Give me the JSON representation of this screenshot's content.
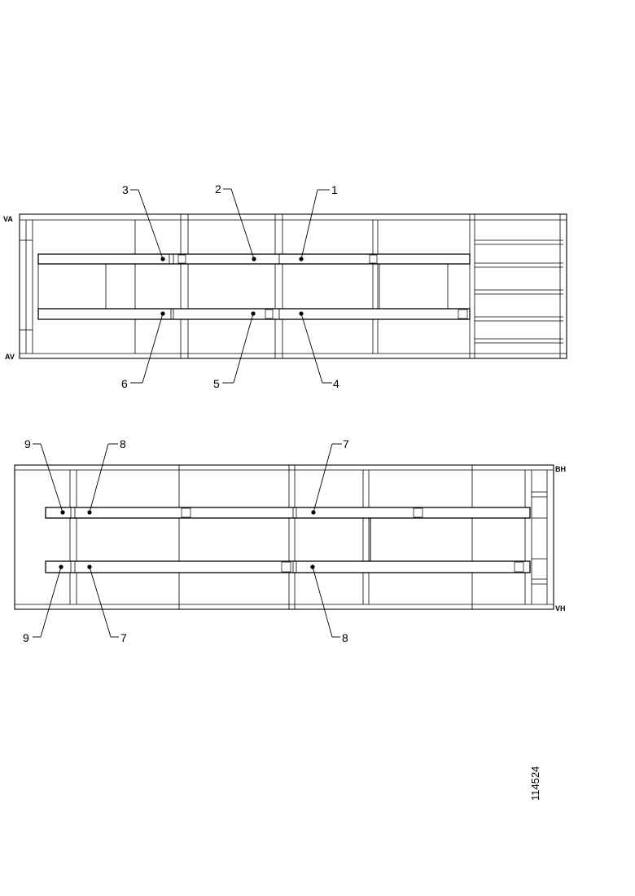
{
  "top_view": {
    "side_tags": {
      "upper": "VA",
      "lower": "AV"
    },
    "callouts": {
      "c1": "1",
      "c2": "2",
      "c3": "3",
      "c4": "4",
      "c5": "5",
      "c6": "6"
    }
  },
  "bottom_view": {
    "side_tags": {
      "upper": "BH",
      "lower": "VH"
    },
    "callouts": {
      "c9_top": "9",
      "c8_top": "8",
      "c7_top": "7",
      "c9_bottom": "9",
      "c7_bottom": "7",
      "c8_bottom": "8"
    }
  },
  "drawing_number": "114524"
}
